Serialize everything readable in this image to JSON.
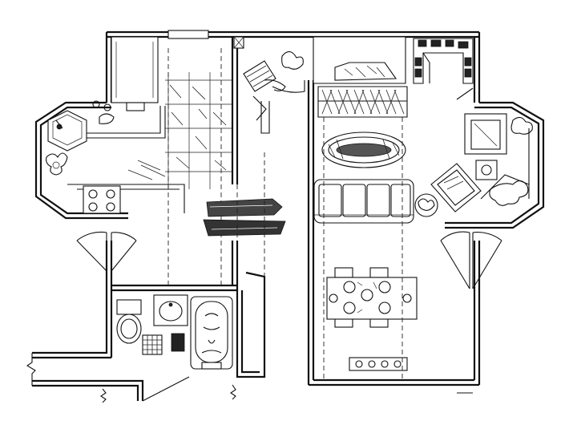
{
  "drawing": {
    "kind": "floor-plan sketch",
    "rooms": [
      "kitchen",
      "hall",
      "bathroom",
      "living-room",
      "dining-area",
      "entry-closet"
    ],
    "fixtures": [
      "sink",
      "stove",
      "refrigerator",
      "toilet",
      "bathtub",
      "vanity",
      "sofa",
      "armchair",
      "coffee-table",
      "oval-rug",
      "dining-table",
      "fireplace",
      "bookshelf",
      "plants"
    ]
  }
}
